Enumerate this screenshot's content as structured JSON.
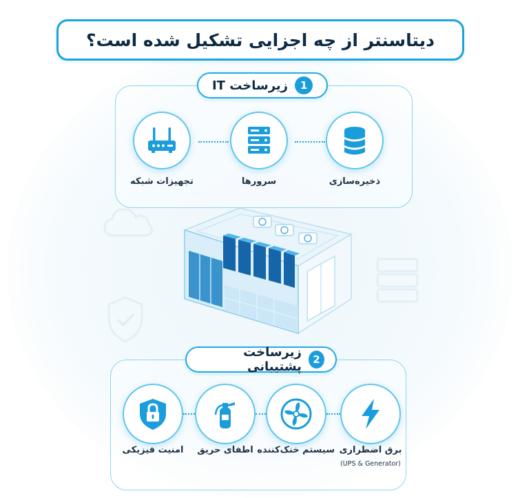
{
  "title": "دیتاسنتر از چه اجزایی تشکیل شده است؟",
  "colors": {
    "accent": "#1aa3dd",
    "dark_text": "#0d2a44",
    "light_frame": "#8fd3ef"
  },
  "sections": {
    "it": {
      "number": "1",
      "label": "زیرساخت IT",
      "items": [
        {
          "label": "ذخیره‌سازی",
          "icon": "database-icon"
        },
        {
          "label": "سرورها",
          "icon": "server-rack-icon"
        },
        {
          "label": "تجهیزات شبکه",
          "icon": "router-icon"
        }
      ]
    },
    "support": {
      "number": "2",
      "label": "زیرساخت پشتیبانی",
      "items": [
        {
          "label": "برق اضطراری",
          "sublabel": "(UPS & Generator)",
          "icon": "lightning-icon"
        },
        {
          "label": "سیستم خنک‌کننده",
          "icon": "fan-icon"
        },
        {
          "label": "اطفای حریق",
          "icon": "fire-extinguisher-icon"
        },
        {
          "label": "امنیت فیزیکی",
          "icon": "security-lock-icon"
        }
      ]
    }
  }
}
